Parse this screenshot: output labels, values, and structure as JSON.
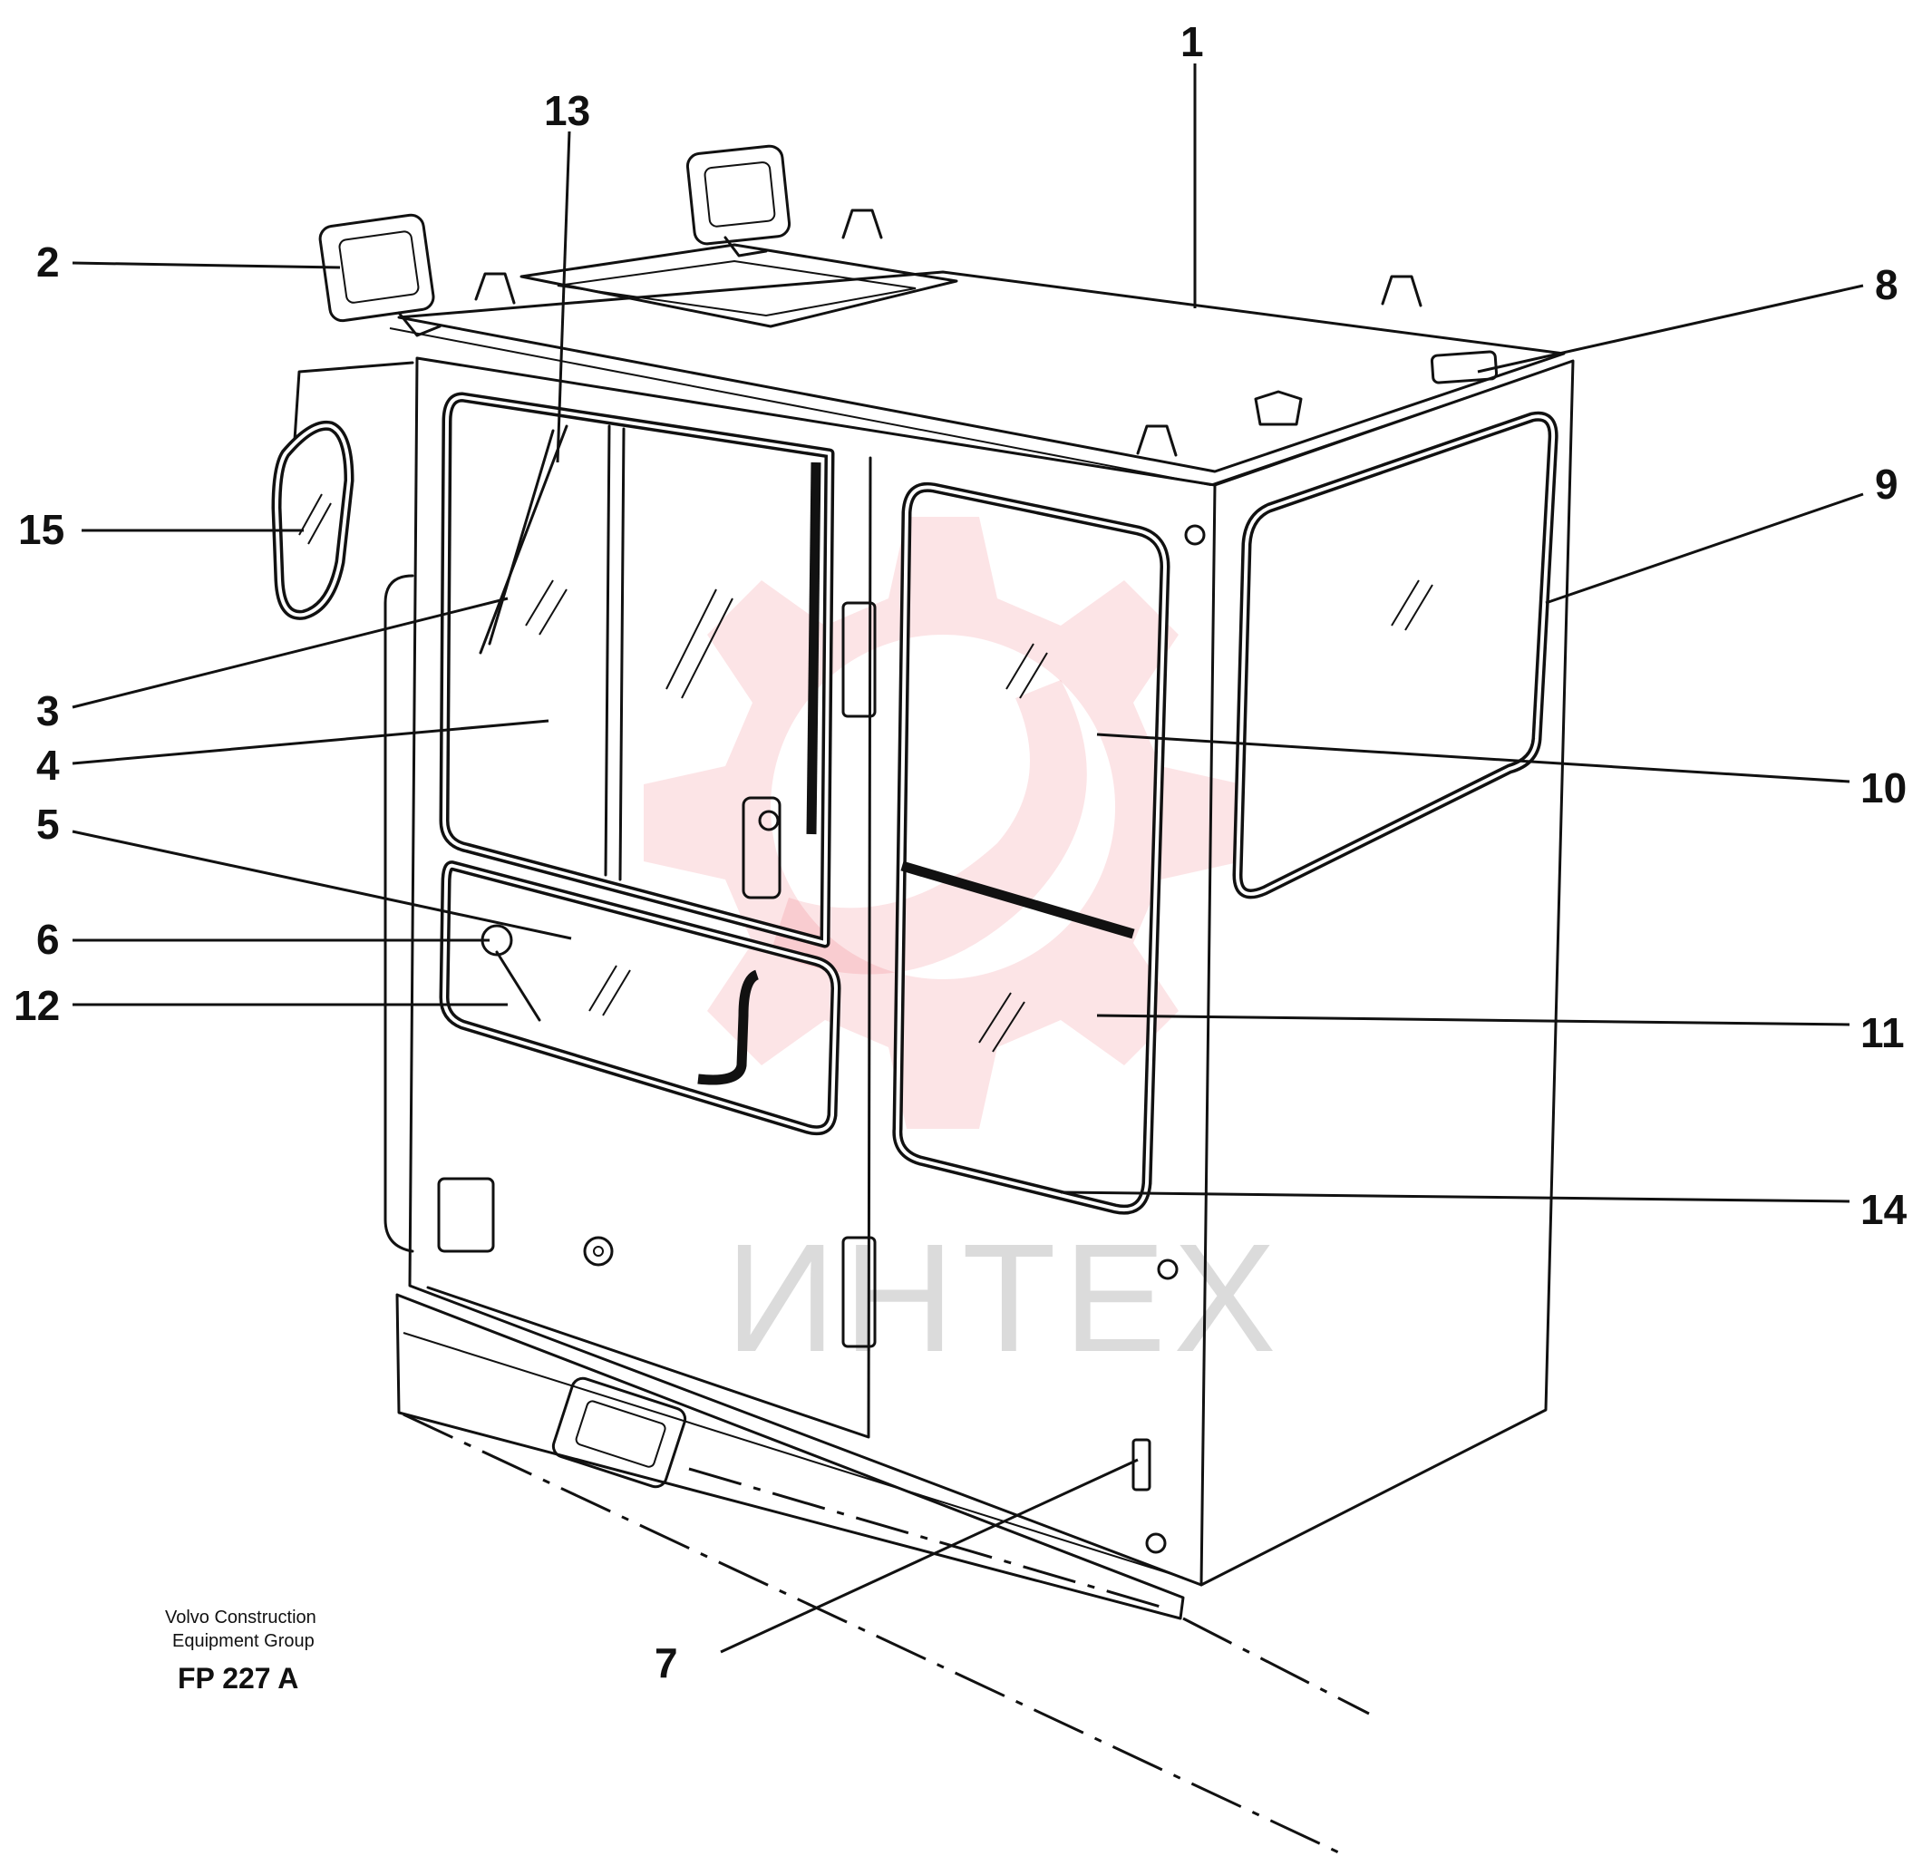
{
  "diagram": {
    "callouts": [
      {
        "id": "1",
        "label": "1"
      },
      {
        "id": "2",
        "label": "2"
      },
      {
        "id": "3",
        "label": "3"
      },
      {
        "id": "4",
        "label": "4"
      },
      {
        "id": "5",
        "label": "5"
      },
      {
        "id": "6",
        "label": "6"
      },
      {
        "id": "7",
        "label": "7"
      },
      {
        "id": "8",
        "label": "8"
      },
      {
        "id": "9",
        "label": "9"
      },
      {
        "id": "10",
        "label": "10"
      },
      {
        "id": "11",
        "label": "11"
      },
      {
        "id": "12",
        "label": "12"
      },
      {
        "id": "13",
        "label": "13"
      },
      {
        "id": "14",
        "label": "14"
      },
      {
        "id": "15",
        "label": "15"
      }
    ]
  },
  "credit": {
    "line1": "Volvo Construction",
    "line2": "Equipment Group",
    "code": "FP 227 A"
  },
  "watermark": {
    "text": "ИНТЕХ",
    "color": "#e9303a"
  }
}
